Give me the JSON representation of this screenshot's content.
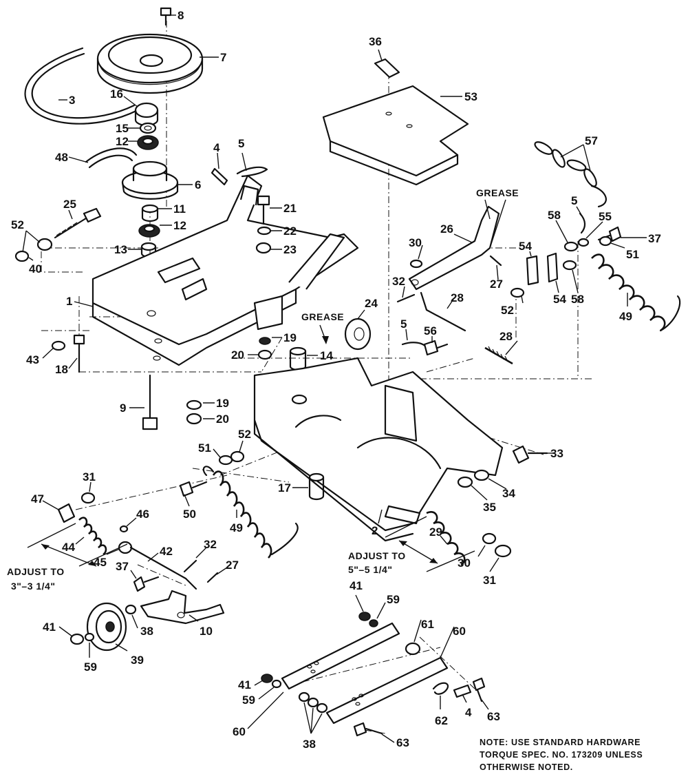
{
  "part_labels": [
    "8",
    "7",
    "3",
    "16",
    "15",
    "12",
    "48",
    "6",
    "11",
    "12",
    "13",
    "25",
    "52",
    "40",
    "4",
    "5",
    "21",
    "22",
    "23",
    "1",
    "43",
    "18",
    "9",
    "19",
    "20",
    "19",
    "20",
    "14",
    "24",
    "36",
    "53",
    "57",
    "26",
    "30",
    "32",
    "28",
    "5",
    "56",
    "27",
    "54",
    "54",
    "52",
    "58",
    "58",
    "5",
    "55",
    "37",
    "51",
    "49",
    "28",
    "33",
    "34",
    "35",
    "51",
    "52",
    "17",
    "50",
    "49",
    "2",
    "29",
    "30",
    "31",
    "31",
    "47",
    "44",
    "46",
    "45",
    "42",
    "32",
    "27",
    "37",
    "10",
    "38",
    "39",
    "41",
    "59",
    "41",
    "59",
    "61",
    "60",
    "41",
    "59",
    "60",
    "38",
    "62",
    "4",
    "63",
    "63"
  ],
  "annotations": {
    "grease_top": "GREASE",
    "grease_mid": "GREASE",
    "adjust_left_line1": "ADJUST TO",
    "adjust_left_line2": "3\"–3 1/4\"",
    "adjust_right_line1": "ADJUST TO",
    "adjust_right_line2": "5\"–5 1/4\""
  },
  "note": {
    "line1": "NOTE: USE STANDARD HARDWARE",
    "line2": "TORQUE SPEC. NO. 173209 UNLESS",
    "line3": "OTHERWISE NOTED."
  }
}
